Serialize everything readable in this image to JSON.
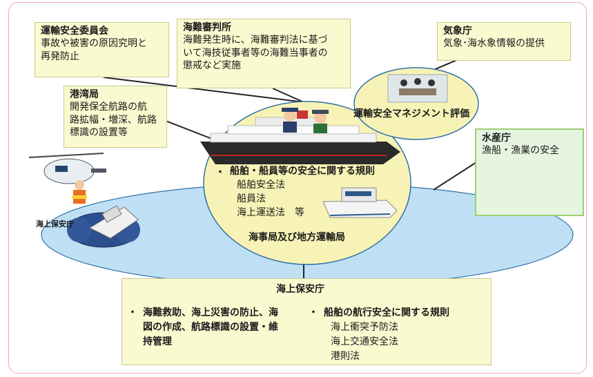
{
  "boxes": {
    "unyu_anzen": {
      "title": "運輸安全委員会",
      "lines": [
        "事故や被害の原因究明と",
        "再発防止"
      ]
    },
    "kainan_shinpan": {
      "title": "海難審判所",
      "lines": [
        "海難発生時に、海難審判法に基づ",
        "いて海技従事者等の海難当事者の",
        "懲戒など実施"
      ]
    },
    "kishocho": {
      "title": "気象庁",
      "lines": [
        "気象･海水象情報の提供"
      ]
    },
    "kowan": {
      "title": "港湾局",
      "lines": [
        "開発保全航路の航",
        "路拡幅・増深、航路",
        "標識の設置等"
      ]
    },
    "suisan": {
      "title": "水産庁",
      "lines": [
        "漁船・漁業の安全"
      ]
    }
  },
  "management": {
    "label": "運輸安全マネジメント評価"
  },
  "kaiji": {
    "rule_title": "船舶・船員等の安全に関する規則",
    "laws": [
      "船舶安全法",
      "船員法",
      "海上運送法　等"
    ],
    "label": "海事局及び地方運輸局"
  },
  "coast_guard_label": "海上保安庁",
  "kaijo_hoan": {
    "title": "海上保安庁",
    "left_bullet": [
      "海難救助、海上災害の防止、海",
      "図の作成、航路標識の設置・維",
      "持管理"
    ],
    "right_title": "船舶の航行安全に関する規則",
    "right_laws": [
      "海上衝突予防法",
      "海上交通安全法",
      "港則法"
    ]
  },
  "bullet_glyph": "・",
  "colors": {
    "box_fill": "#fafad0",
    "sea": "#bfe0f4",
    "ellipse": "#f7f3b6",
    "frame": "#f2a6c6",
    "suisan_border": "#9ccf72"
  }
}
